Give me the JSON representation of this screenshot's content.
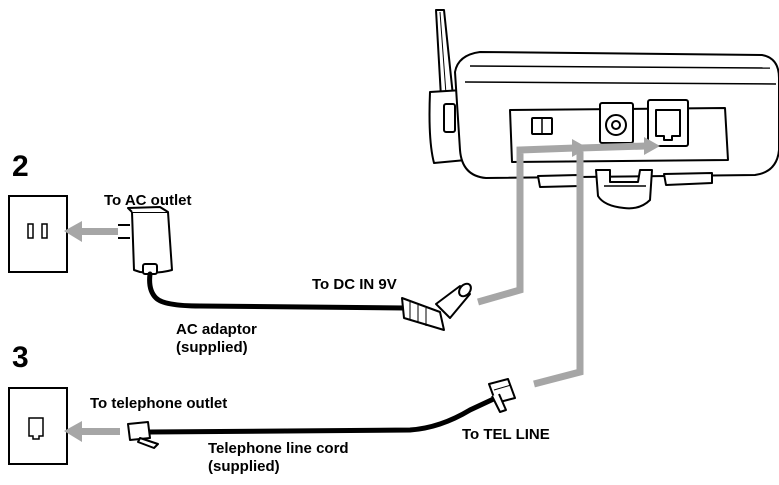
{
  "steps": {
    "step2": "2",
    "step3": "3"
  },
  "labels": {
    "ac_outlet": "To AC outlet",
    "dc_in": "To DC IN 9V",
    "ac_adaptor_line1": "AC adaptor",
    "ac_adaptor_line2": "(supplied)",
    "tel_outlet": "To telephone outlet",
    "cord_line1": "Telephone line cord",
    "cord_line2": "(supplied)",
    "tel_line": "To TEL LINE"
  },
  "colors": {
    "ink": "#000000",
    "arrow_gray": "#a6a6a6",
    "device_fill": "#ffffff"
  }
}
